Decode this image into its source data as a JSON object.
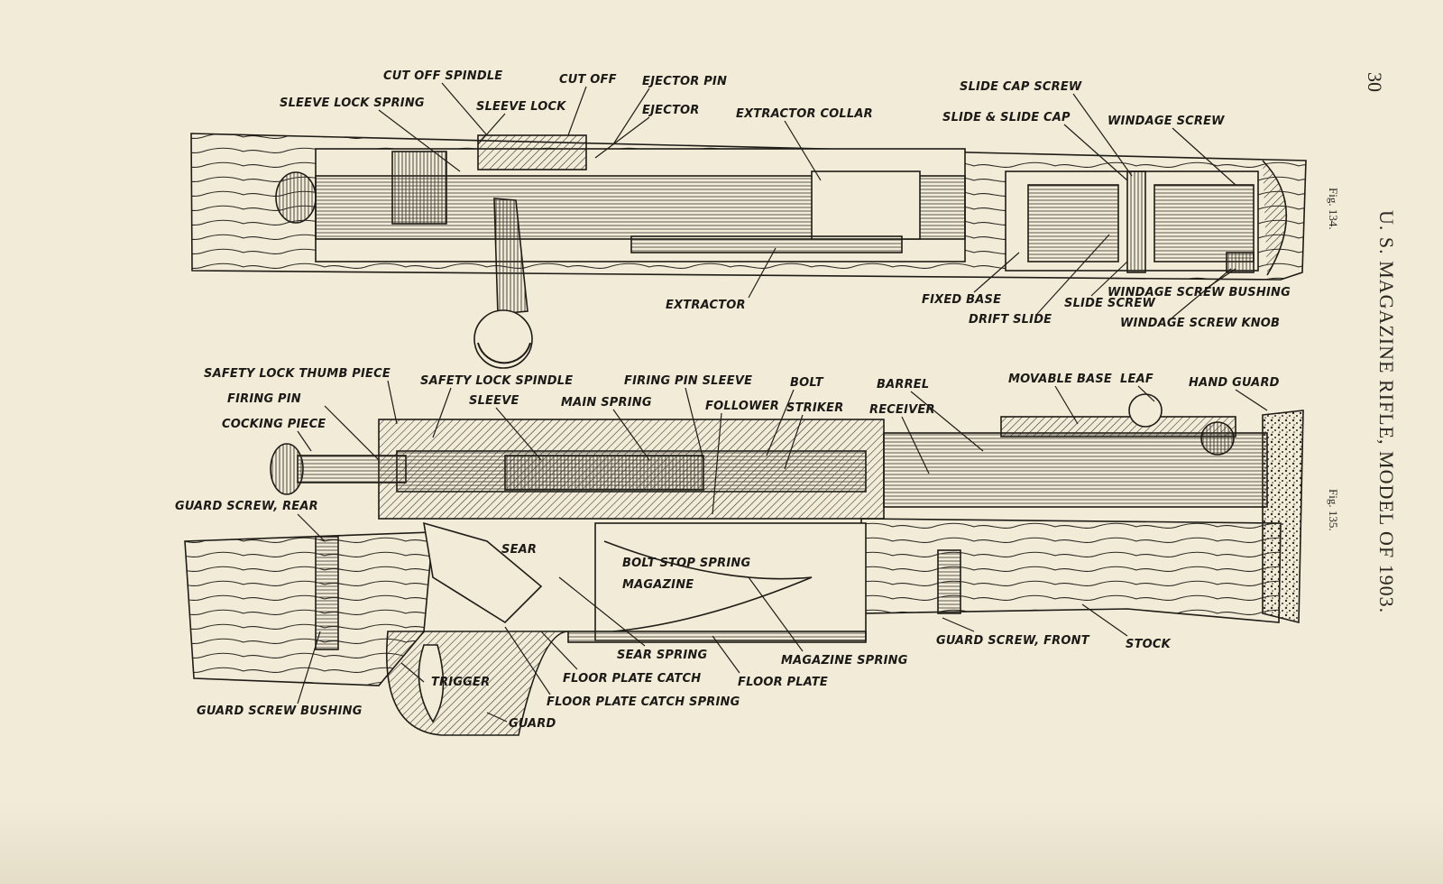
{
  "sidebar": {
    "page_number": "30",
    "title": "U. S. MAGAZINE RIFLE, MODEL OF 1903.",
    "fig_134": "Fig. 134.",
    "fig_135": "Fig. 135."
  },
  "fig134_labels": {
    "cut_off_spindle": "CUT OFF SPINDLE",
    "cut_off": "CUT OFF",
    "ejector_pin": "EJECTOR PIN",
    "sleeve_lock_spring": "SLEEVE LOCK SPRING",
    "sleeve_lock": "SLEEVE LOCK",
    "ejector": "EJECTOR",
    "extractor_collar": "EXTRACTOR COLLAR",
    "slide_cap_screw": "SLIDE CAP SCREW",
    "slide_and_slide_cap": "SLIDE & SLIDE CAP",
    "windage_screw": "WINDAGE SCREW",
    "extractor": "EXTRACTOR",
    "fixed_base": "FIXED BASE",
    "slide_screw": "SLIDE SCREW",
    "windage_screw_bushing": "WINDAGE SCREW BUSHING",
    "drift_slide": "DRIFT SLIDE",
    "windage_screw_knob": "WINDAGE SCREW KNOB"
  },
  "fig135_labels": {
    "safety_lock_thumb_piece": "SAFETY LOCK THUMB PIECE",
    "safety_lock_spindle": "SAFETY LOCK SPINDLE",
    "firing_pin_sleeve": "FIRING PIN SLEEVE",
    "bolt": "BOLT",
    "barrel": "BARREL",
    "movable_base": "MOVABLE BASE",
    "leaf": "LEAF",
    "hand_guard": "HAND GUARD",
    "firing_pin": "FIRING PIN",
    "sleeve": "SLEEVE",
    "main_spring": "MAIN SPRING",
    "follower": "FOLLOWER",
    "striker": "STRIKER",
    "receiver": "RECEIVER",
    "cocking_piece": "COCKING PIECE",
    "guard_screw_rear": "GUARD SCREW, REAR",
    "sear": "SEAR",
    "bolt_stop_spring": "BOLT STOP SPRING",
    "magazine": "MAGAZINE",
    "guard_screw_front": "GUARD SCREW, FRONT",
    "stock": "STOCK",
    "sear_spring": "SEAR SPRING",
    "magazine_spring": "MAGAZINE SPRING",
    "trigger": "TRIGGER",
    "floor_plate_catch": "FLOOR PLATE CATCH",
    "floor_plate": "FLOOR PLATE",
    "guard_screw_bushing": "GUARD SCREW BUSHING",
    "floor_plate_catch_spring": "FLOOR PLATE CATCH SPRING",
    "guard": "GUARD"
  }
}
